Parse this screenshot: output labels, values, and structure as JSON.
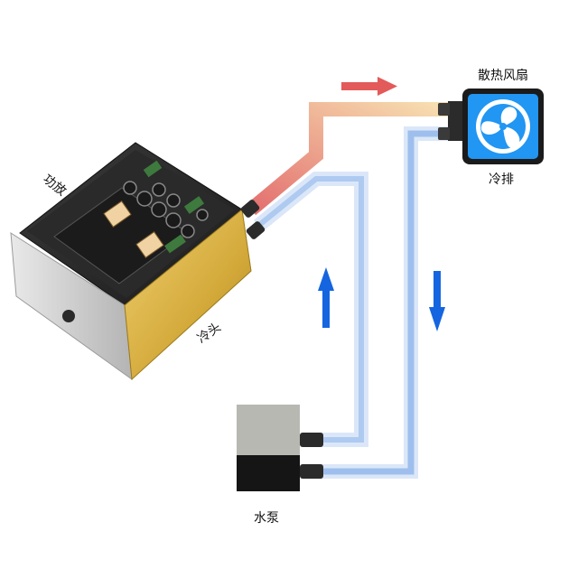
{
  "labels": {
    "amplifier": "功放",
    "cold_head": "冷头",
    "fan_title": "散热风扇",
    "radiator": "冷排",
    "pump": "水泵"
  },
  "colors": {
    "hot_start": "#e57373",
    "hot_end": "#f6d8a8",
    "cold_tube": "#c9dcf5",
    "cold_core": "#8fb5ea",
    "flow_arrow_blue": "#1565e0",
    "flow_arrow_red": "#e35a5a",
    "fan_blue": "#2196f3",
    "gold_block": "#d9b23f"
  },
  "icons": [
    "fan-icon",
    "flow-arrow-right",
    "flow-arrow-up",
    "flow-arrow-down"
  ]
}
